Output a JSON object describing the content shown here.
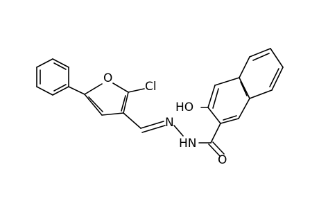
{
  "molecule": {
    "atoms": {
      "furan_oxygen": "O",
      "chlorine": "Cl",
      "hydroxyl": "HO",
      "amide_nh": "HN",
      "imine_n": "N",
      "carbonyl_oxygen": "O"
    }
  }
}
